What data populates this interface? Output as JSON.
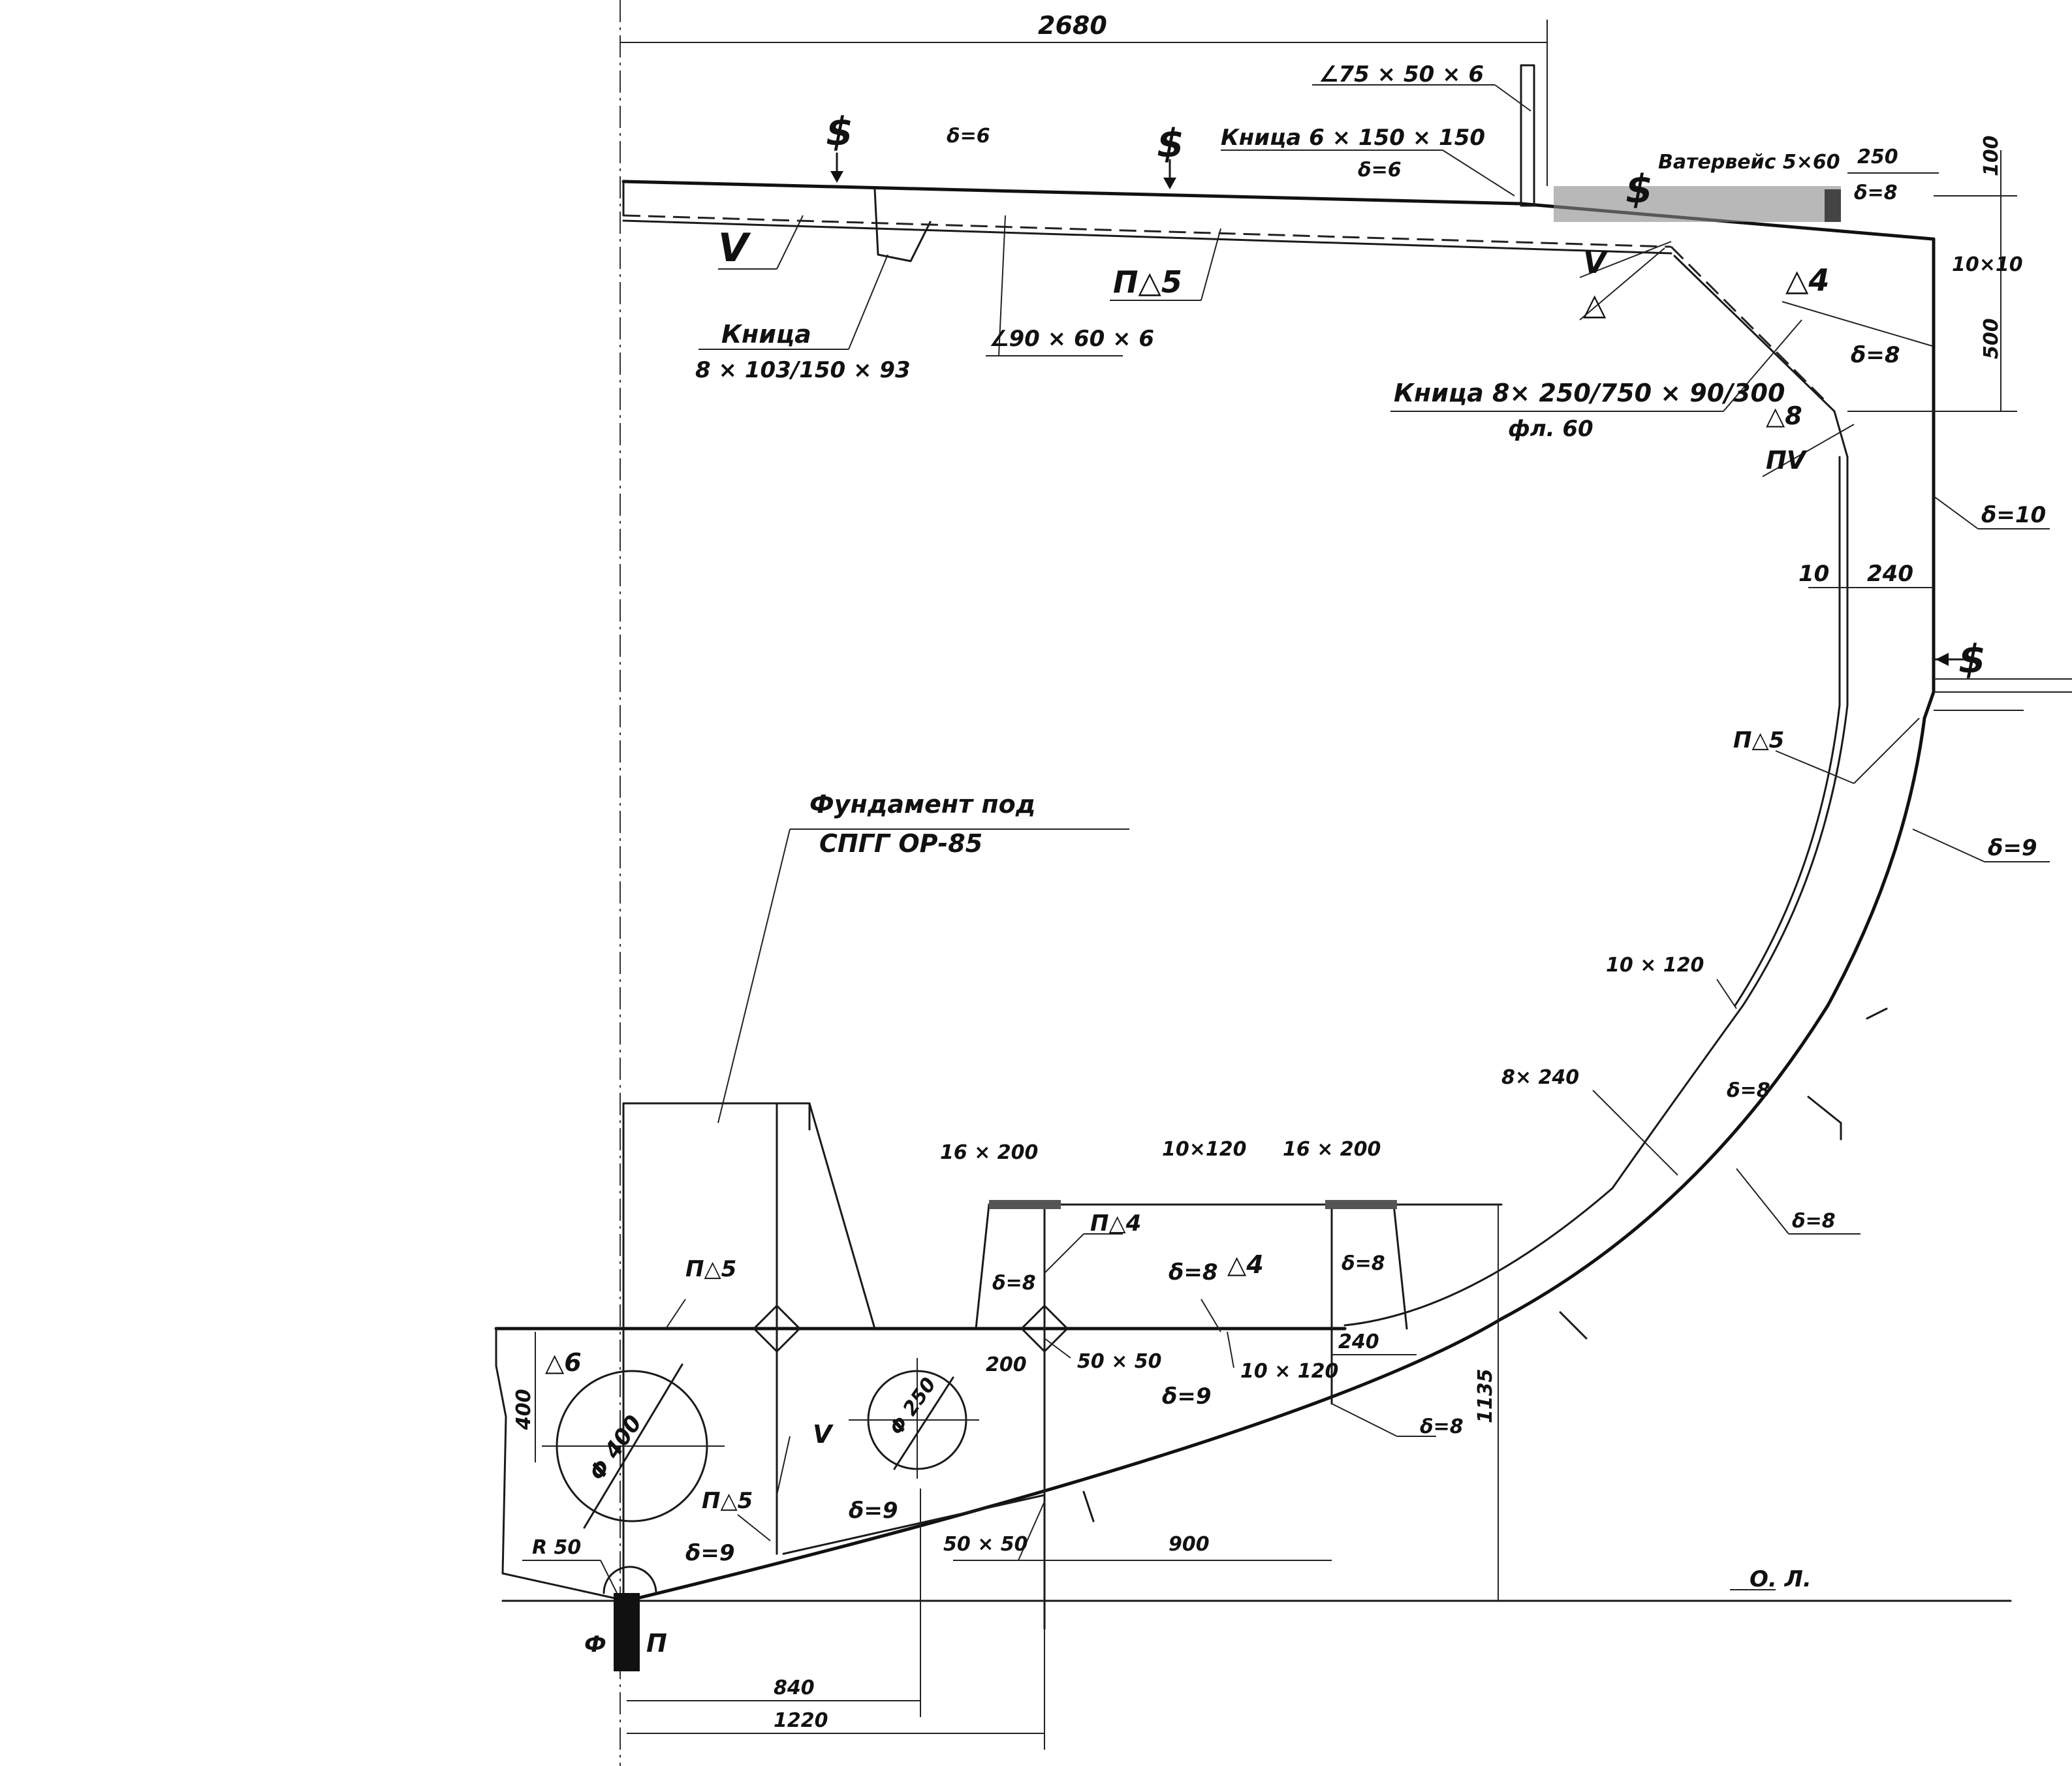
{
  "dimensions": {
    "width_top": "2680",
    "d250": "250",
    "d100": "100",
    "d1010": "10×10",
    "d500": "500",
    "d10": "10",
    "d240_side": "240",
    "d400_h": "400",
    "d200": "200",
    "d240_bottom": "240",
    "d1135": "1135",
    "d900": "900",
    "d840": "840",
    "d1220": "1220"
  },
  "labels": {
    "angle_top": "∠75 × 50 × 6",
    "bracket_top": "Кница  6 × 150 × 150",
    "d6_small": "δ=6",
    "d6_deck": "δ=6",
    "watervais": "Ватервейс 5×60",
    "d8_corner": "δ=8",
    "v_left": "V",
    "bracket_left_1": "Кница",
    "bracket_left_2": "8 × 103/150 × 93",
    "angle_deck": "∠90 × 60 × 6",
    "weld_p5": "П△5",
    "v_right": "V",
    "tri_right": "△",
    "weld_4": "△4",
    "d8_side": "δ=8",
    "bracket_big_1": "Кница 8× 250/750 × 90/300",
    "bracket_big_2": "фл. 60",
    "weld_8": "△8",
    "weld_pv": "ПV",
    "d10_side": "δ=10",
    "weld_p5_side": "П△5",
    "d9_side": "δ=9",
    "frame_10x120": "10 × 120",
    "frame_8x240": "8× 240",
    "d8_bilge": "δ=8",
    "d8_bilge_2": "δ=8",
    "foundation_1": "Фундамент  под",
    "foundation_2": "СПГГ      ОР-85",
    "girder_16x200_l": "16 × 200",
    "girder_10x120": "10×120",
    "girder_16x200_r": "16 × 200",
    "weld_p4": "П△4",
    "d8_web_l": "δ=8",
    "d8_web_m": "δ=8",
    "weld_4_b": "△4",
    "d8_web_r": "δ=8",
    "weld_p5_floor": "П△5",
    "weld_6": "△6",
    "dia_400": "Φ 400",
    "dia_250": "Φ 250",
    "v_floor": "V",
    "gusset_50x50_a": "50 × 50",
    "flat_10x120": "10 × 120",
    "d9_floor": "δ=9",
    "d8_keel_side": "δ=8",
    "weld_p5_bottom": "П△5",
    "d9_bottom_l": "δ=9",
    "d9_bottom_m": "δ=9",
    "gusset_50x50_b": "50 × 50",
    "r50": "R 50",
    "keel_f": "Ф",
    "keel_p": "П",
    "ol": "О. Л."
  },
  "symbols": {
    "stop": "$",
    "stop_side": "$"
  }
}
